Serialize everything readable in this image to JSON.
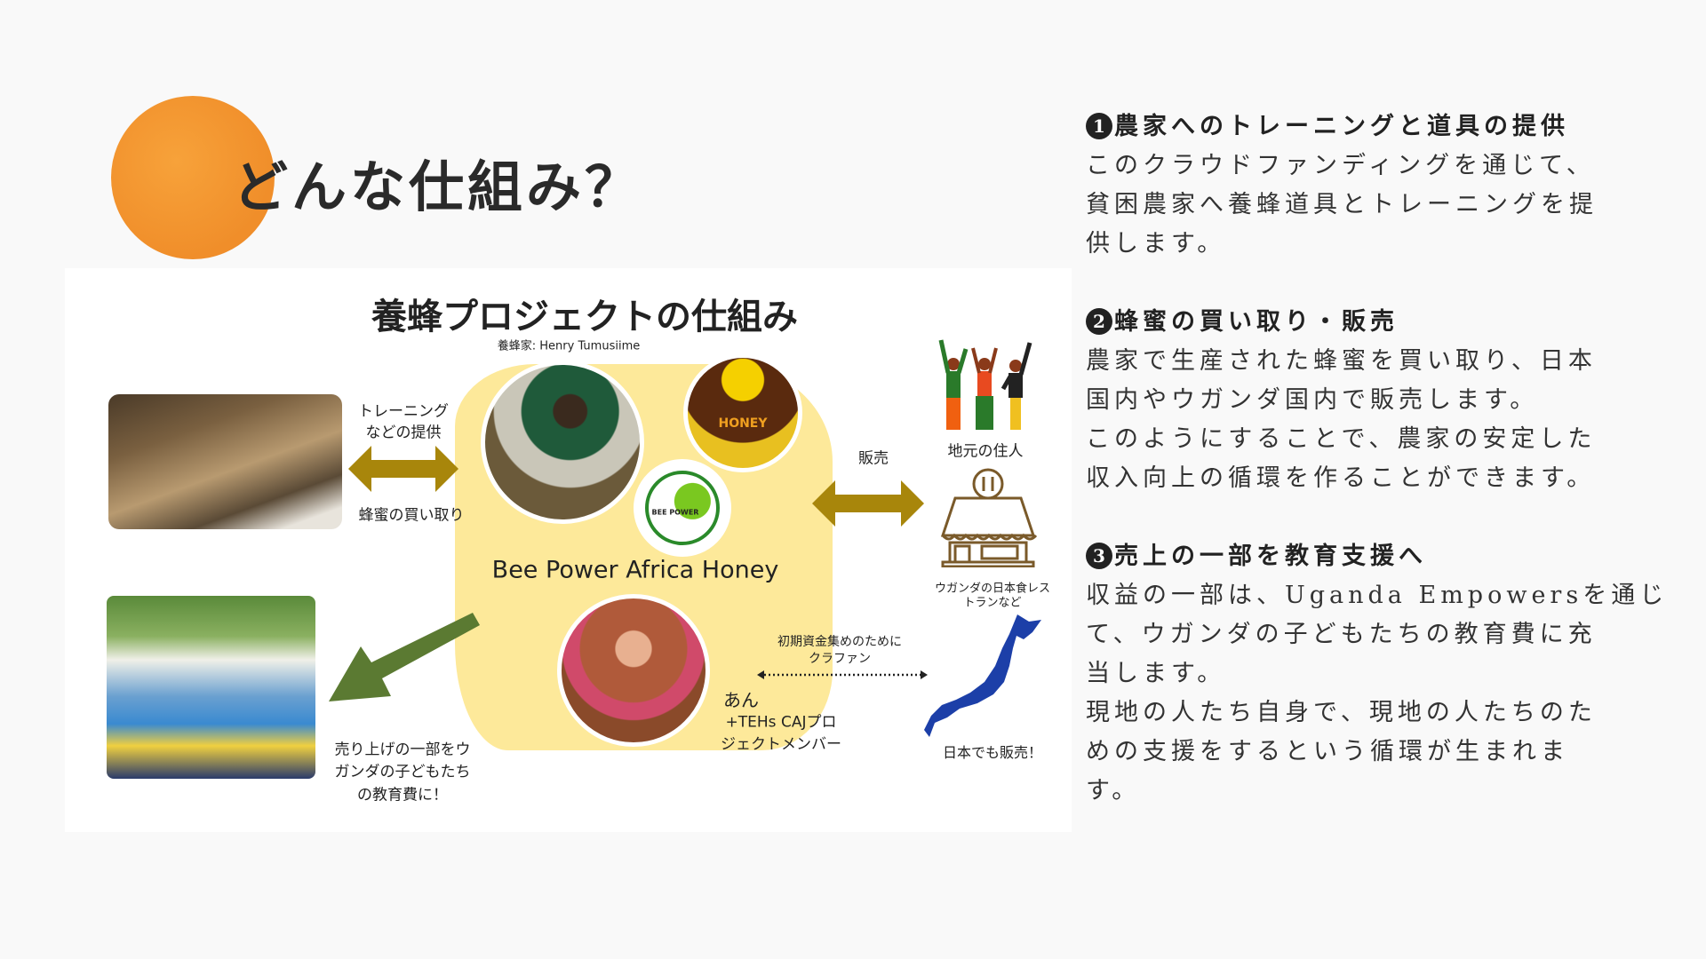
{
  "header": {
    "title": "どんな仕組み？"
  },
  "diagram": {
    "title": "養蜂プロジェクトの仕組み",
    "caption": "養蜂家: Henry Tumusiime",
    "training_label": [
      "トレーニング",
      "などの提供"
    ],
    "buy_label": "蜂蜜の買い取り",
    "brand": "Bee Power Africa Honey",
    "sale_label": "販売",
    "locals_label": "地元の住人",
    "restaurant_label": [
      "ウガンダの日本食レス",
      "トランなど"
    ],
    "japan_label": "日本でも販売！",
    "crowdfunding_label": [
      "初期資金集めのために",
      "クラファン"
    ],
    "team_label": [
      "あん",
      "+TEHs CAJプロ",
      "ジェクトメンバー"
    ],
    "education_label": [
      "売り上げの一部をウ",
      "ガンダの子どもたち",
      "の教育費に！"
    ],
    "logo_text": "BEE POWER",
    "honey_text": "HONEY",
    "colors": {
      "gold_arrow": "#a8860b",
      "green_arrow": "#5b7a32",
      "blob": "#fde99a",
      "orange": "#f08e2a",
      "japan": "#1c3fa8"
    }
  },
  "sections": [
    {
      "num": "1",
      "heading": "農家へのトレーニングと道具の提供",
      "lines": [
        "このクラウドファンディングを通じて、",
        "貧困農家へ養蜂道具とトレーニングを提",
        "供します。"
      ]
    },
    {
      "num": "2",
      "heading": "蜂蜜の買い取り・販売",
      "lines": [
        "農家で生産された蜂蜜を買い取り、日本",
        "国内やウガンダ国内で販売します。",
        "このようにすることで、農家の安定した",
        "収入向上の循環を作ることができます。"
      ]
    },
    {
      "num": "3",
      "heading": "売上の一部を教育支援へ",
      "lines": [
        "収益の一部は、Uganda Empowersを通じ",
        "て、ウガンダの子どもたちの教育費に充",
        "当します。",
        "現地の人たち自身で、現地の人たちのた",
        "めの支援をするという循環が生まれま",
        "す。"
      ]
    }
  ]
}
